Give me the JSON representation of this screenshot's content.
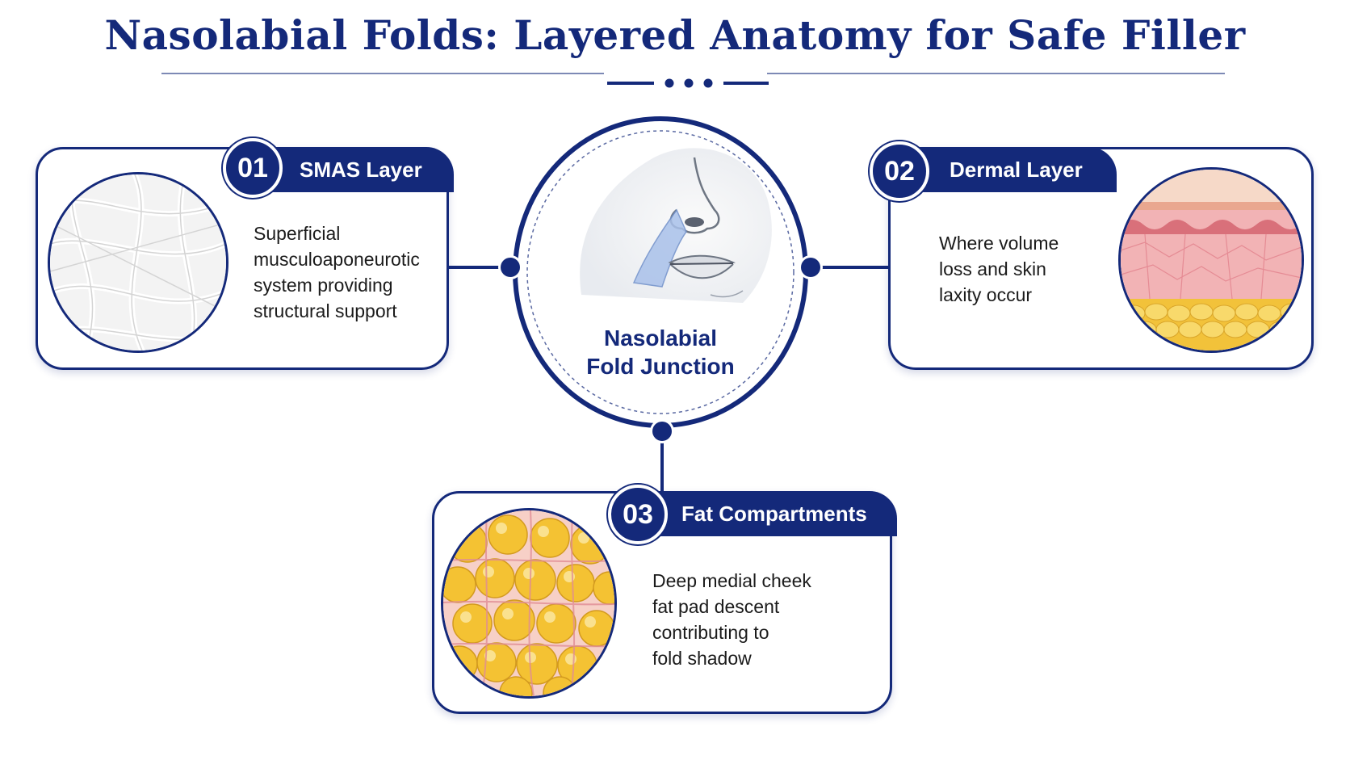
{
  "title": "Nasolabial Folds: Layered Anatomy for Safe Filler",
  "center": {
    "label": "Nasolabial\nFold Junction",
    "illustration_icon": "face-nose-lips-illustration"
  },
  "cards": [
    {
      "number": "01",
      "heading": "SMAS Layer",
      "description": "Superficial\nmusculoaponeurotic\nsystem providing\nstructural support",
      "illustration_icon": "fibrous-network-illustration"
    },
    {
      "number": "02",
      "heading": "Dermal Layer",
      "description": "Where volume\nloss and skin\nlaxity occur",
      "illustration_icon": "skin-cross-section-illustration"
    },
    {
      "number": "03",
      "heading": "Fat Compartments",
      "description": "Deep medial cheek\nfat pad descent\ncontributing to\nfold shadow",
      "illustration_icon": "fat-cells-illustration"
    }
  ],
  "colors": {
    "primary": "#14297a",
    "fat": "#f2c23a",
    "dermis": "#f2b3b5",
    "fiber": "#e8e8e8"
  }
}
